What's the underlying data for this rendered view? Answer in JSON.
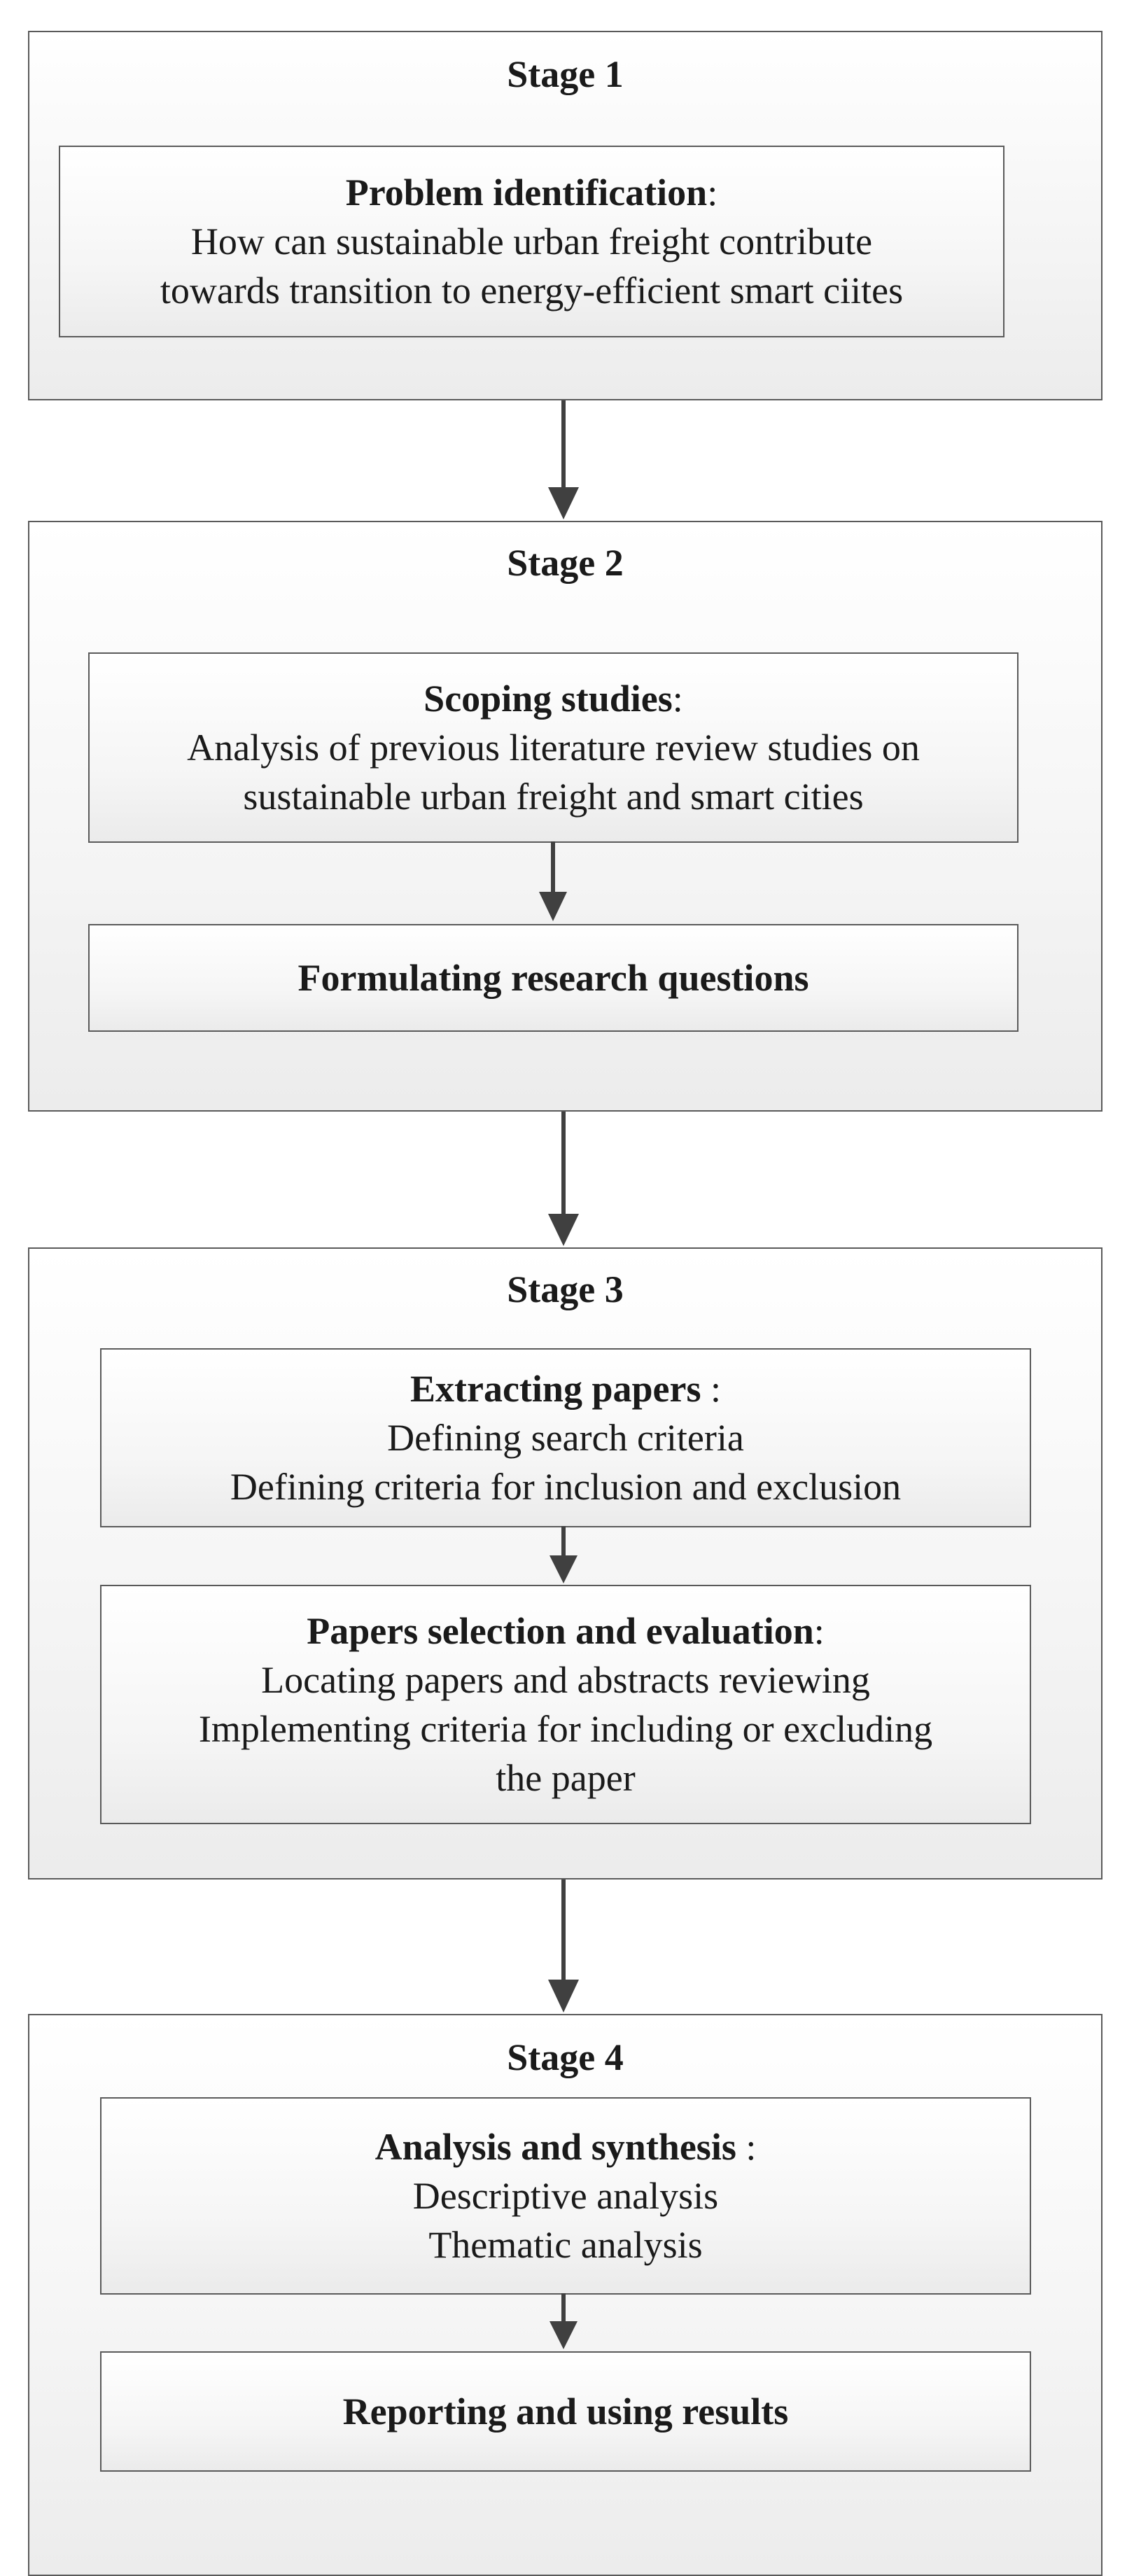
{
  "stages": [
    {
      "title": "Stage 1",
      "boxes": [
        {
          "heading": "Problem identification",
          "heading_suffix": ":",
          "lines": [
            "How can sustainable urban freight contribute",
            "towards transition to energy-efficient smart ciites"
          ]
        }
      ]
    },
    {
      "title": "Stage 2",
      "boxes": [
        {
          "heading": "Scoping studies",
          "heading_suffix": ":",
          "lines": [
            "Analysis of previous literature review studies on",
            "sustainable urban freight and smart cities"
          ]
        },
        {
          "heading": "Formulating research questions",
          "heading_suffix": "",
          "lines": []
        }
      ]
    },
    {
      "title": "Stage 3",
      "boxes": [
        {
          "heading": "Extracting papers",
          "heading_suffix": " :",
          "lines": [
            "Defining search criteria",
            "Defining criteria for inclusion and exclusion"
          ]
        },
        {
          "heading": "Papers selection and evaluation",
          "heading_suffix": ":",
          "lines": [
            "Locating papers and abstracts reviewing",
            "Implementing criteria for including or excluding",
            "the paper"
          ]
        }
      ]
    },
    {
      "title": "Stage 4",
      "boxes": [
        {
          "heading": "Analysis and synthesis",
          "heading_suffix": " :",
          "lines": [
            "Descriptive analysis",
            "Thematic analysis"
          ]
        },
        {
          "heading": "Reporting and using results",
          "heading_suffix": "",
          "lines": []
        }
      ]
    }
  ],
  "colors": {
    "border": "#5a5a5a",
    "arrow": "#404040",
    "text": "#1a1a1a"
  }
}
